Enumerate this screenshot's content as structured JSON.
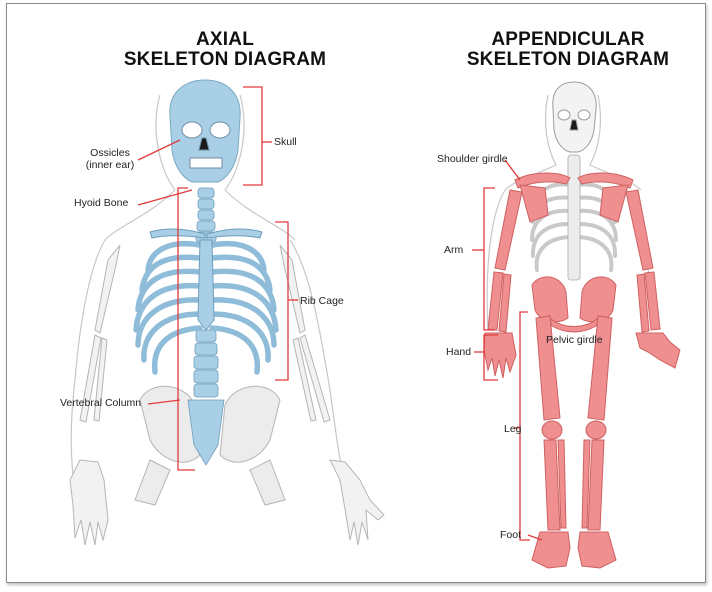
{
  "axial": {
    "title_line1": "AXIAL",
    "title_line2": "SKELETON DIAGRAM",
    "labels": {
      "ossicles_line1": "Ossicles",
      "ossicles_line2": "(inner ear)",
      "skull": "Skull",
      "hyoid": "Hyoid Bone",
      "rib_cage": "Rib Cage",
      "vertebral_column": "Vertebral Column"
    },
    "highlight_color": "#a9cfe6"
  },
  "appendicular": {
    "title_line1": "APPENDICULAR",
    "title_line2": "SKELETON DIAGRAM",
    "labels": {
      "shoulder_girdle": "Shoulder girdle",
      "arm": "Arm",
      "hand": "Hand",
      "pelvic_girdle": "Pelvic girdle",
      "leg": "Leg",
      "foot": "Foot"
    },
    "highlight_color": "#ef8f8f"
  },
  "colors": {
    "callout": "#e03a3a",
    "outline": "#bdbdbd",
    "bone": "#f4f4f4"
  }
}
